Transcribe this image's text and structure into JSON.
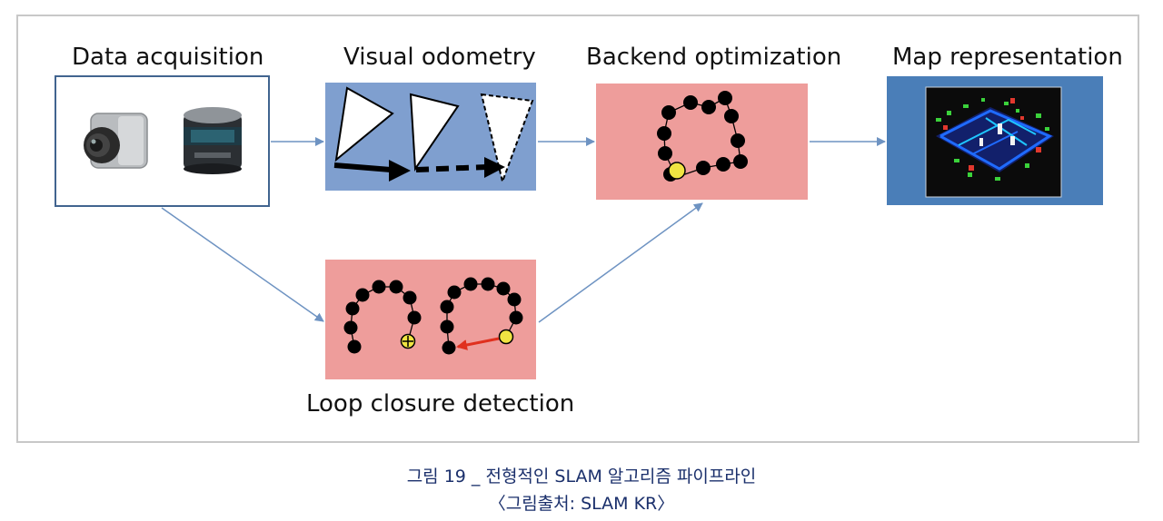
{
  "stages": {
    "acquisition": "Data acquisition",
    "odometry": "Visual odometry",
    "backend": "Backend optimization",
    "map": "Map representation",
    "loop": "Loop closure detection"
  },
  "caption": {
    "line1": "그림 19 _ 전형적인 SLAM 알고리즘 파이프라인",
    "line2": "〈그림출처: SLAM KR〉"
  },
  "icons": [
    "camera-icon",
    "lidar-icon",
    "pose-graph-icon",
    "point-cloud-map-icon"
  ],
  "colors": {
    "frame_border": "#c8c8c8",
    "acq_border": "#41648f",
    "odometry_bg": "#7f9fcf",
    "backend_bg": "#ee9d9b",
    "loop_bg": "#ee9d9b",
    "map_bg": "#4a7eb8",
    "arrow": "#6e93c2",
    "node": "#000000",
    "node_highlight": "#f0e442",
    "loop_arrow": "#e0301e",
    "caption": "#1a2f6b"
  }
}
